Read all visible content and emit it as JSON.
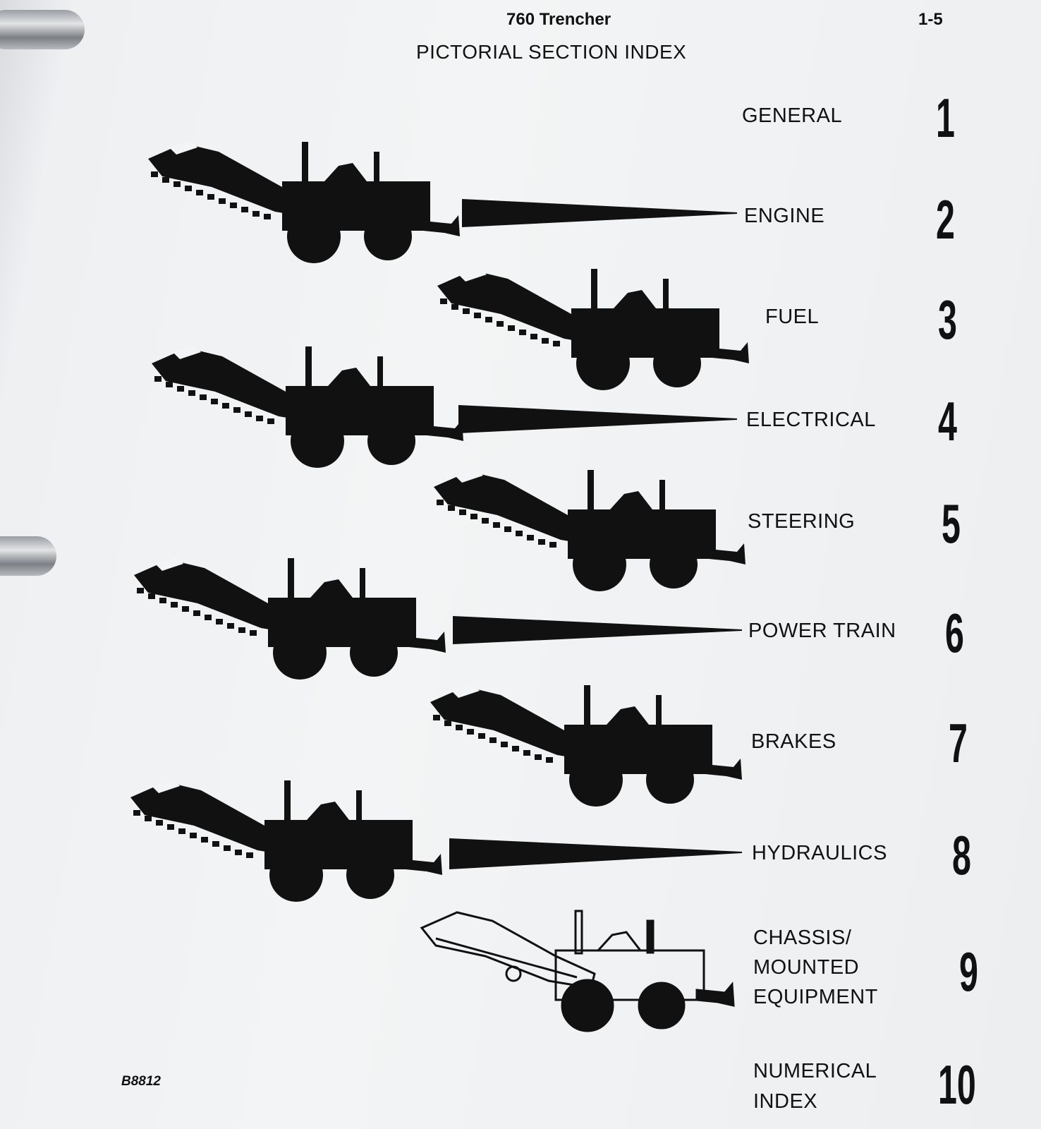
{
  "header": {
    "title": "760 Trencher",
    "page_number": "1-5"
  },
  "index_title": "PICTORIAL SECTION INDEX",
  "sections": [
    {
      "label": "GENERAL",
      "number": "1"
    },
    {
      "label": "ENGINE",
      "number": "2"
    },
    {
      "label": "FUEL",
      "number": "3"
    },
    {
      "label": "ELECTRICAL",
      "number": "4"
    },
    {
      "label": "STEERING",
      "number": "5"
    },
    {
      "label": "POWER TRAIN",
      "number": "6"
    },
    {
      "label": "BRAKES",
      "number": "7"
    },
    {
      "label": "HYDRAULICS",
      "number": "8"
    },
    {
      "label": "CHASSIS/",
      "label2": "MOUNTED",
      "label3": "EQUIPMENT",
      "number": "9"
    },
    {
      "label": "NUMERICAL",
      "label2": "INDEX",
      "number": "10"
    }
  ],
  "figure_code": "B8812"
}
